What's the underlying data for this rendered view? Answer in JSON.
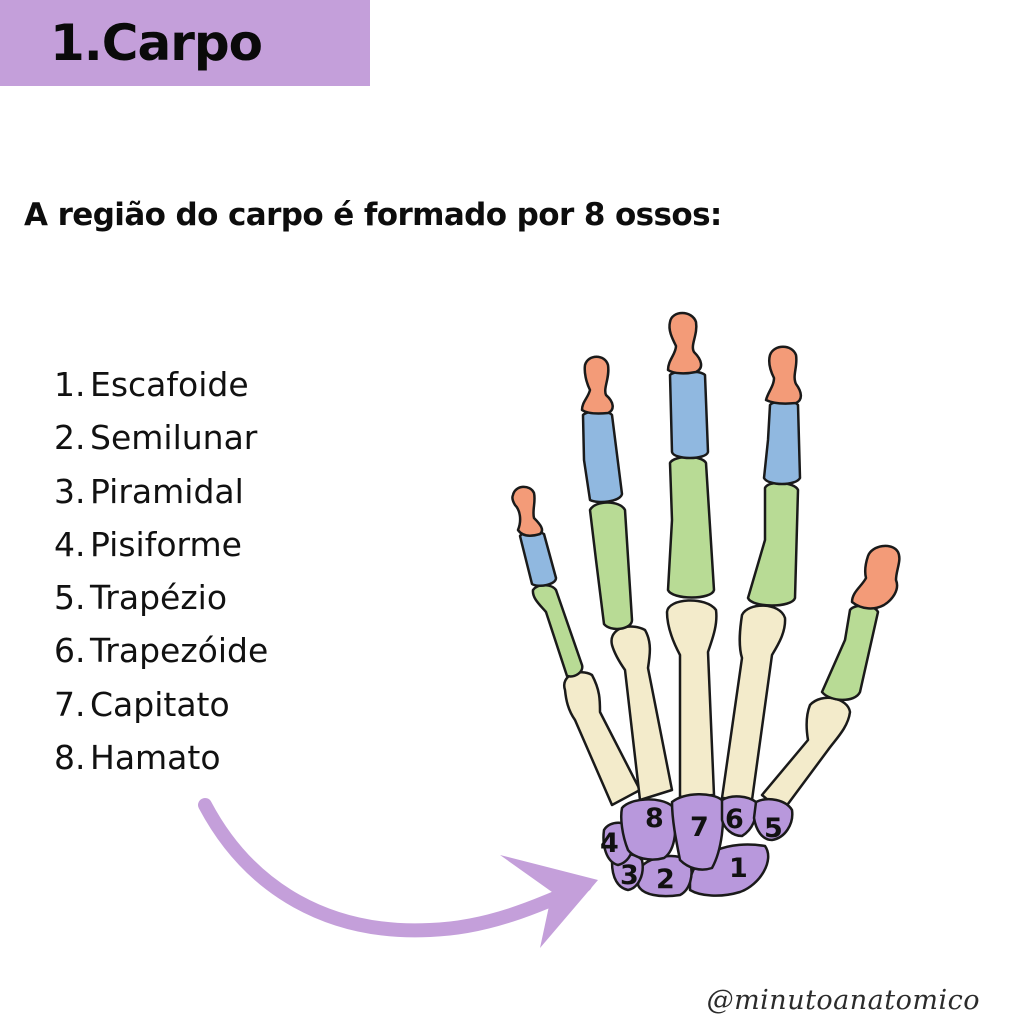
{
  "header": {
    "title": "1.Carpo",
    "title_bar_color": "#c49fda"
  },
  "subtitle": "A região do carpo é formado por 8 ossos:",
  "bones": [
    {
      "number": "1.",
      "name": "Escafoide"
    },
    {
      "number": "2.",
      "name": "Semilunar"
    },
    {
      "number": "3.",
      "name": "Piramidal"
    },
    {
      "number": "4.",
      "name": "Pisiforme"
    },
    {
      "number": "5.",
      "name": "Trapézio"
    },
    {
      "number": "6.",
      "name": "Trapezóide"
    },
    {
      "number": "7.",
      "name": "Capitato"
    },
    {
      "number": "8.",
      "name": "Hamato"
    }
  ],
  "illustration": {
    "carpal_labels": [
      "1",
      "2",
      "3",
      "4",
      "5",
      "6",
      "7",
      "8"
    ],
    "colors": {
      "distal_phalanx": "#f39b78",
      "middle_phalanx": "#90b8e0",
      "proximal_phalanx": "#b8db95",
      "metacarpal": "#f3ebcb",
      "carpal": "#b898dc",
      "arrow": "#c49fda",
      "outline": "#1a1a1a"
    }
  },
  "footer": {
    "handle": "@minutoanatomico"
  }
}
